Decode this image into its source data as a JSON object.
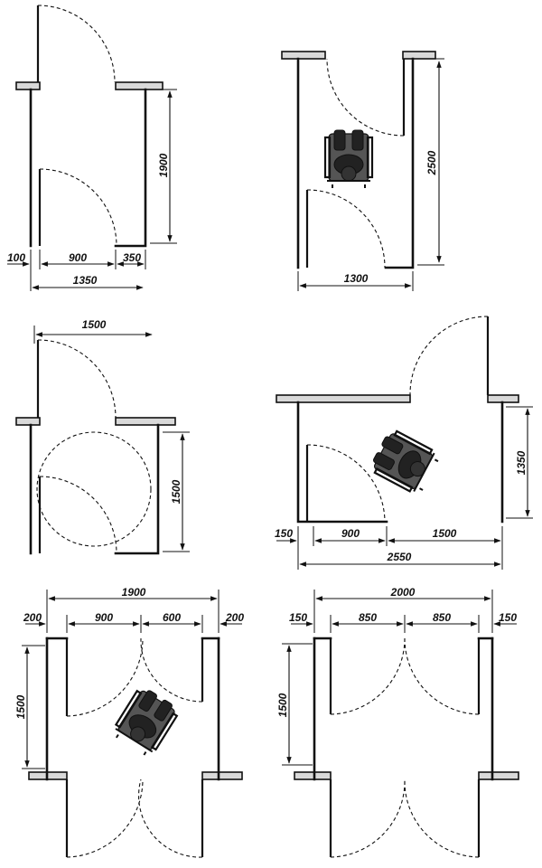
{
  "labels": {
    "p1": {
      "height": "1900",
      "left": "100",
      "gap": "900",
      "right": "350",
      "total": "1350"
    },
    "p2": {
      "height": "2500",
      "width": "1300"
    },
    "p3": {
      "top": "1500",
      "height": "1500"
    },
    "p4": {
      "height": "1350",
      "left": "150",
      "gap": "900",
      "right": "1500",
      "total": "2550"
    },
    "p5": {
      "total": "1900",
      "left": "200",
      "door1": "900",
      "door2": "600",
      "right": "200",
      "height": "1500"
    },
    "p6": {
      "total": "2000",
      "left": "150",
      "door1": "850",
      "door2": "850",
      "right": "150",
      "height": "1500"
    }
  },
  "icons": [
    "wheelchair-icon"
  ]
}
